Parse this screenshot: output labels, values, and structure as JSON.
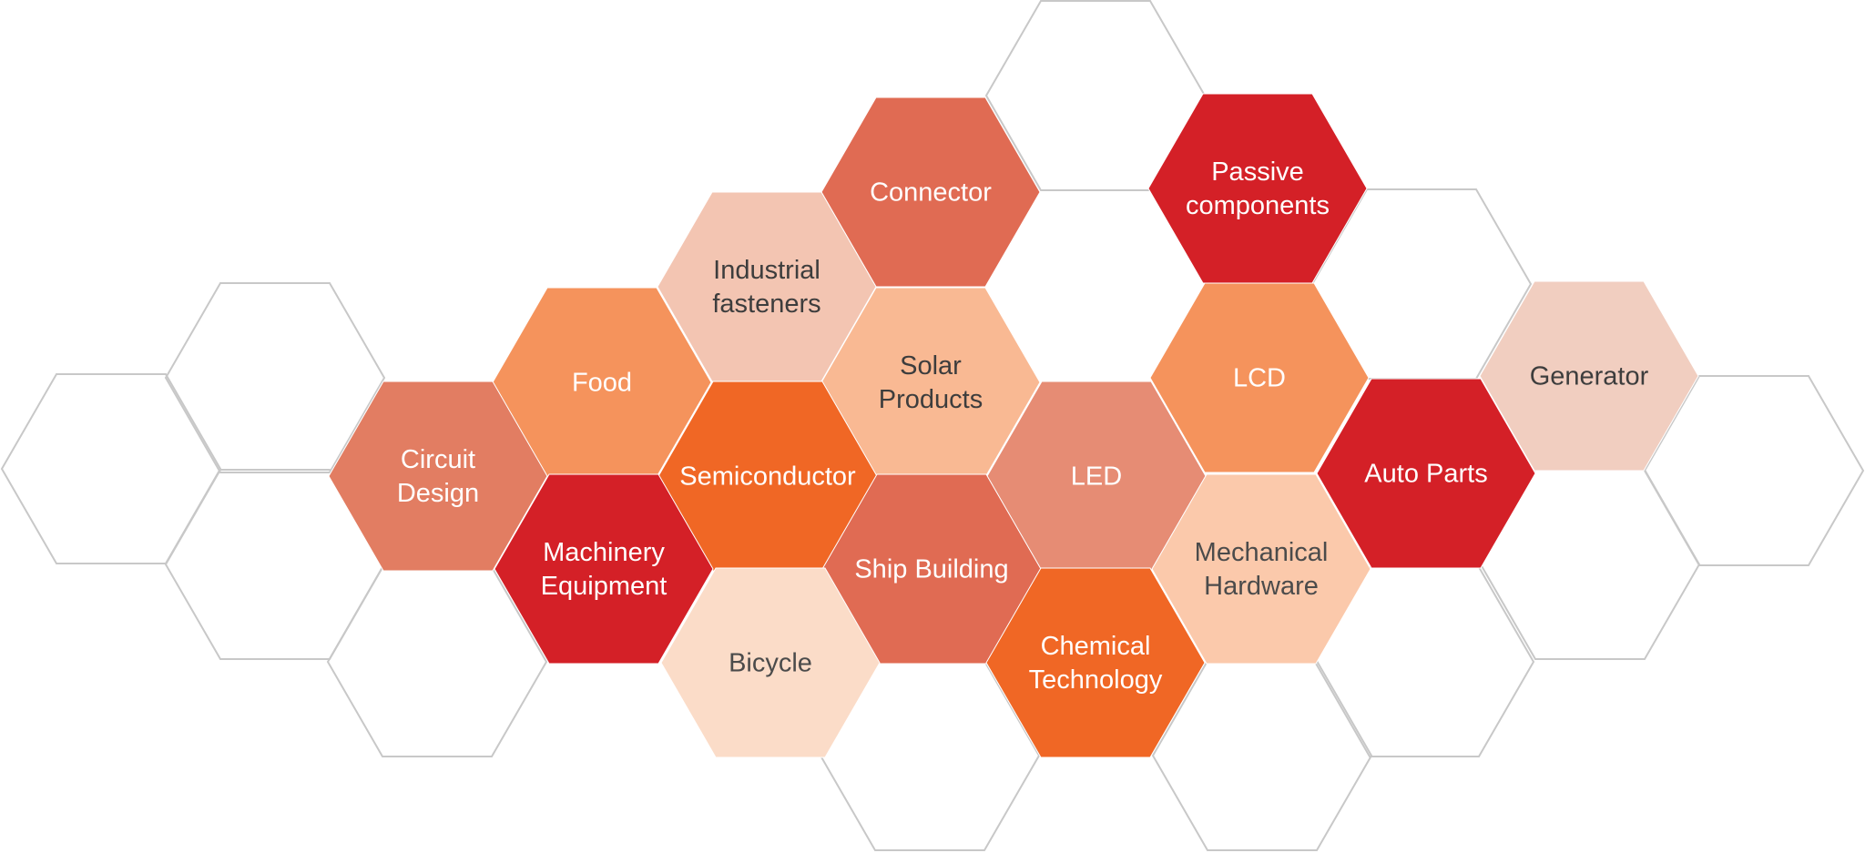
{
  "outline_color": "#c8c8c8",
  "industries": [
    {
      "id": "connector",
      "lines": [
        "Connector"
      ],
      "fill": "#e06b53",
      "text_color": "#ffffff"
    },
    {
      "id": "passive-components",
      "lines": [
        "Passive",
        "components"
      ],
      "fill": "#d42027",
      "text_color": "#ffffff"
    },
    {
      "id": "industrial-fasteners",
      "lines": [
        "Industrial",
        "fasteners"
      ],
      "fill": "#f3c5b2",
      "text_color": "#3d3d3d"
    },
    {
      "id": "food",
      "lines": [
        "Food"
      ],
      "fill": "#f5935c",
      "text_color": "#ffffff"
    },
    {
      "id": "solar-products",
      "lines": [
        "Solar",
        "Products"
      ],
      "fill": "#f9b993",
      "text_color": "#3d3d3d"
    },
    {
      "id": "lcd",
      "lines": [
        "LCD"
      ],
      "fill": "#f5935c",
      "text_color": "#ffffff"
    },
    {
      "id": "generator",
      "lines": [
        "Generator"
      ],
      "fill": "#f1cec0",
      "text_color": "#3d3d3d"
    },
    {
      "id": "circuit-design",
      "lines": [
        "Circuit",
        "Design"
      ],
      "fill": "#e27d62",
      "text_color": "#ffffff"
    },
    {
      "id": "semiconductor",
      "lines": [
        "Semiconductor"
      ],
      "fill": "#f06725",
      "text_color": "#ffffff"
    },
    {
      "id": "led",
      "lines": [
        "LED"
      ],
      "fill": "#e68c74",
      "text_color": "#ffffff"
    },
    {
      "id": "auto-parts",
      "lines": [
        "Auto Parts"
      ],
      "fill": "#d42027",
      "text_color": "#ffffff"
    },
    {
      "id": "machinery-equipment",
      "lines": [
        "Machinery",
        "Equipment"
      ],
      "fill": "#d42027",
      "text_color": "#ffffff"
    },
    {
      "id": "ship-building",
      "lines": [
        "Ship Building"
      ],
      "fill": "#e06b53",
      "text_color": "#ffffff"
    },
    {
      "id": "mechanical-hardware",
      "lines": [
        "Mechanical",
        "Hardware"
      ],
      "fill": "#fbc9ab",
      "text_color": "#4b4b4b"
    },
    {
      "id": "bicycle",
      "lines": [
        "Bicycle"
      ],
      "fill": "#fbdcc8",
      "text_color": "#4b4b4b"
    },
    {
      "id": "chemical-technology",
      "lines": [
        "Chemical",
        "Technology"
      ],
      "fill": "#f06725",
      "text_color": "#ffffff"
    }
  ]
}
